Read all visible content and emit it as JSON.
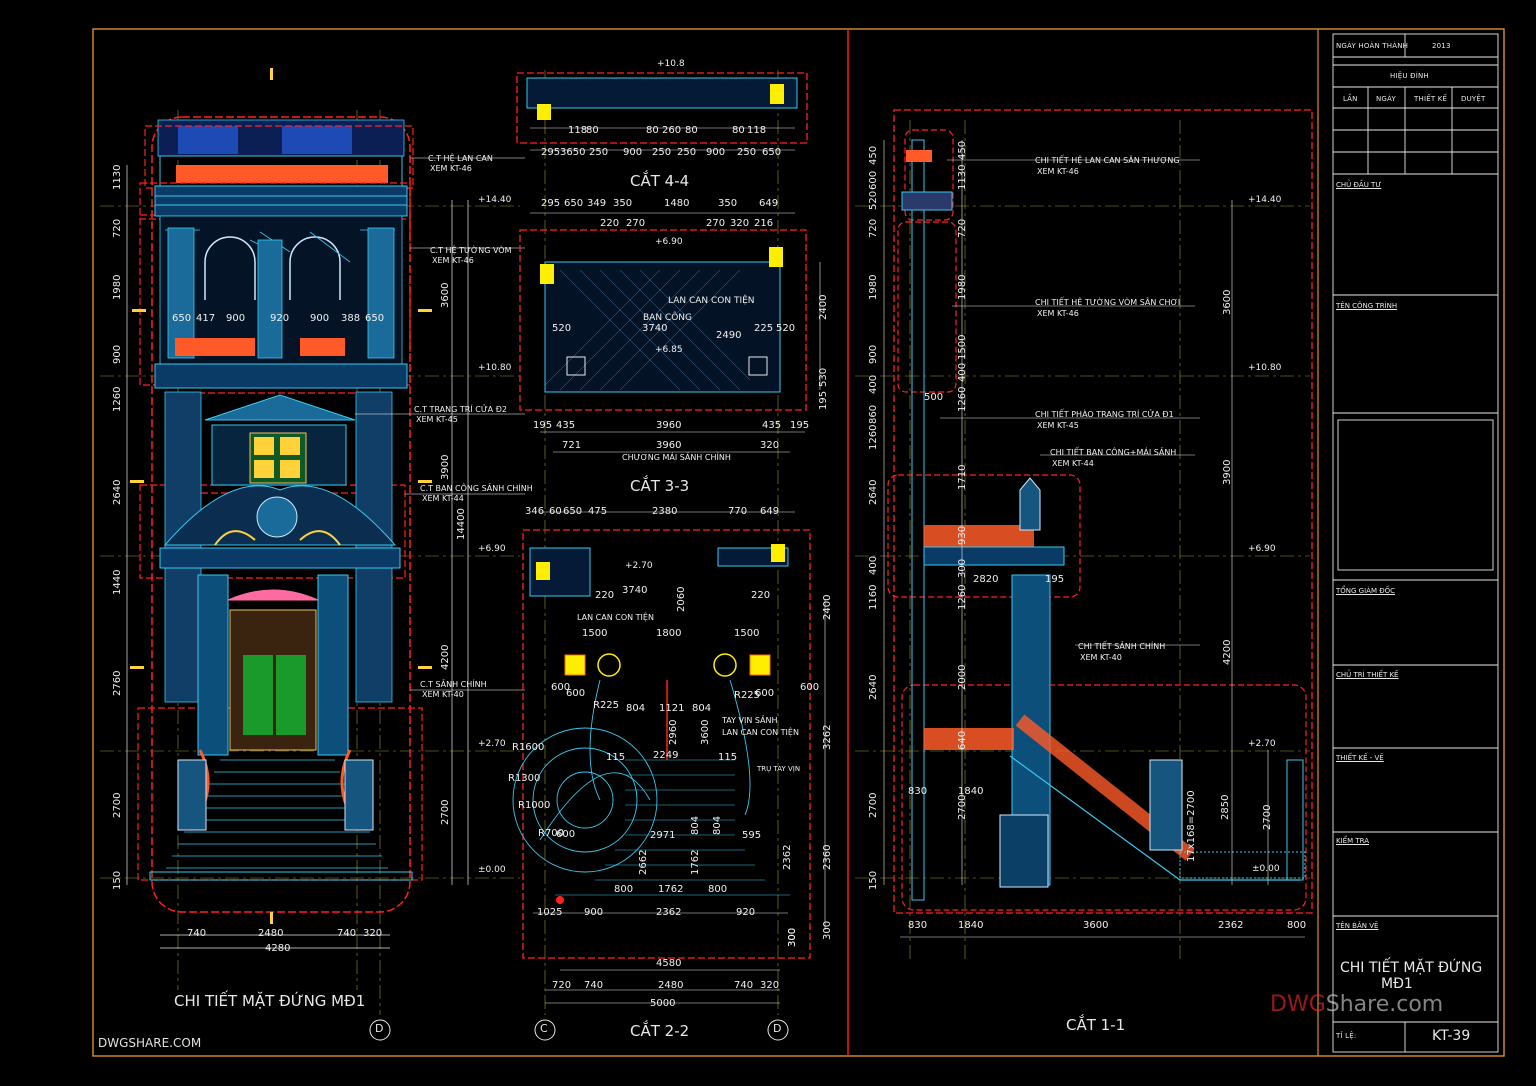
{
  "colors": {
    "border_orange": "#d9922a",
    "red_dashed": "#ff2020",
    "cyan_lines": "#36c9f0",
    "yellow_grid": "#c8c840",
    "dim_white": "#f0f0f0",
    "fill_yellow": "#ffee00"
  },
  "title_block": {
    "ngay_label": "NGÀY HOÀN THÀNH",
    "ngay_value": "2013",
    "hieu_dinh": "HIỆU ĐÍNH",
    "cols": [
      "LẦN",
      "NGÀY",
      "THIẾT KẾ",
      "DUYỆT"
    ],
    "chu_dau_tu": "CHỦ ĐẦU TƯ",
    "ten_cong_trinh": "TÊN CÔNG TRÌNH",
    "tong_giam_doc": "TỔNG GIÁM ĐỐC",
    "chu_tri_thiet_ke": "CHỦ TRÌ THIẾT KẾ",
    "thiet_ke_ve": "THIẾT KẾ - VẼ",
    "kiem_tra": "KIỂM TRA",
    "ten_ban_ve": "TÊN BẢN VẼ",
    "drawing_name_1": "CHI TIẾT MẶT ĐỨNG",
    "drawing_name_2": "MĐ1",
    "ti_le": "TỈ LỆ:",
    "sheet": "KT-39"
  },
  "watermark": {
    "dwg": "DWG",
    "share": "Share.com",
    "small": "DWGSHARE.COM"
  },
  "views": {
    "elevation_title": "CHI TIẾT MẶT ĐỨNG MĐ1",
    "cat44": "CẮT 4-4",
    "cat33": "CẮT 3-3",
    "cat22": "CẮT 2-2",
    "cat11": "CẮT 1-1"
  },
  "grid_marks": [
    "D",
    "C",
    "D"
  ],
  "levels": [
    "+14.40",
    "+10.80",
    "+6.90",
    "+2.70",
    "±0.00",
    "+10.8",
    "+6.90",
    "+6.85",
    "+2.70"
  ],
  "notes_left": [
    {
      "t1": "C.T HỆ LAN CAN",
      "t2": "XEM KT-46"
    },
    {
      "t1": "C.T HỆ TƯỜNG VÒM",
      "t2": "XEM KT-46"
    },
    {
      "t1": "C.T TRANG TRÍ CỬA Đ2",
      "t2": "XEM KT-45"
    },
    {
      "t1": "C.T BAN CÔNG SẢNH CHÍNH",
      "t2": "XEM KT-44"
    },
    {
      "t1": "C.T SẢNH CHÍNH",
      "t2": "XEM KT-40"
    }
  ],
  "notes_right": [
    {
      "t1": "CHI TIẾT HỆ LAN CAN SÂN THƯỢNG",
      "t2": "XEM KT-46"
    },
    {
      "t1": "CHI TIẾT HỆ TƯỜNG VÒM SÂN CHƠI",
      "t2": "XEM KT-46"
    },
    {
      "t1": "CHI TIẾT PHÀO TRANG TRÍ CỬA Đ1",
      "t2": "XEM KT-45"
    },
    {
      "t1": "CHI TIẾT BAN CÔNG+MÁI SẢNH",
      "t2": "XEM KT-44"
    },
    {
      "t1": "CHI TIẾT SẢNH CHÍNH",
      "t2": "XEM KT-40"
    }
  ],
  "labels_mid": {
    "lan_can": "LAN CAN CON TIỆN",
    "ban_cong": "BAN CÔNG",
    "chuong_mai": "CHƯƠNG MÁI SẢNH CHÍNH",
    "tay_vin": "TAY VỊN SẢNH",
    "lan_can2": "LAN CAN CON TIỆN",
    "tru_tay_vin": "TRỤ TAY VỊN",
    "lan_can3": "LAN CAN CON TIỆN"
  },
  "dims_left_vert": [
    "1130",
    "720",
    "1980",
    "900",
    "1260",
    "2640",
    "1440",
    "2760",
    "2700",
    "150"
  ],
  "dims_left_vert2": [
    "3600",
    "3900",
    "14400",
    "4200",
    "2700"
  ],
  "dims_left_horiz": [
    "740",
    "2480",
    "740",
    "320",
    "4280"
  ],
  "dims_elev_row": [
    "650",
    "417",
    "900",
    "920",
    "900",
    "388",
    "650"
  ],
  "dims_44": [
    "295",
    "3650",
    "250",
    "900",
    "250",
    "250",
    "900",
    "250",
    "650",
    "118",
    "80",
    "80",
    "260",
    "80",
    "80",
    "118"
  ],
  "dims_33_top": [
    "295",
    "650",
    "349",
    "350",
    "1480",
    "350",
    "649",
    "220",
    "270",
    "270",
    "320",
    "216"
  ],
  "dims_33_mid": [
    "520",
    "3740",
    "2490",
    "225",
    "520",
    "2400",
    "530",
    "195"
  ],
  "dims_33_bot": [
    "195",
    "435",
    "3960",
    "435",
    "195",
    "721",
    "3960",
    "320"
  ],
  "dims_22_top": [
    "346",
    "60",
    "650",
    "475",
    "2380",
    "770",
    "649",
    "3740",
    "2060",
    "220",
    "220"
  ],
  "dims_22_mid": [
    "1500",
    "1800",
    "1500",
    "600",
    "600",
    "600",
    "600",
    "R225",
    "R225",
    "804",
    "1121",
    "804",
    "2960",
    "3600",
    "115",
    "115",
    "2249",
    "R1600",
    "R1300",
    "R1000",
    "R700",
    "600",
    "2971",
    "595",
    "804",
    "2662",
    "1762",
    "804"
  ],
  "dims_22_bot": [
    "1025",
    "900",
    "2362",
    "920",
    "300",
    "800",
    "1762",
    "800",
    "4580",
    "720",
    "740",
    "2480",
    "740",
    "320",
    "5000",
    "3262",
    "2400",
    "2362",
    "2360",
    "300",
    "300"
  ],
  "dims_11_vert": [
    "450",
    "600",
    "520",
    "720",
    "1980",
    "900",
    "400",
    "860",
    "1260",
    "2640",
    "400",
    "1160",
    "2640",
    "2700",
    "150"
  ],
  "dims_11_vert2": [
    "450",
    "1130",
    "720",
    "1980",
    "1500",
    "400",
    "500",
    "1260",
    "1710",
    "930",
    "300",
    "1260",
    "2000",
    "640",
    "2700",
    "2850",
    "2700"
  ],
  "dims_11_vert3": [
    "3600",
    "3900",
    "4200",
    "17x168=2700"
  ],
  "dims_11_horiz": [
    "830",
    "1840",
    "3600",
    "2362",
    "800",
    "830",
    "1840",
    "2820",
    "195"
  ]
}
